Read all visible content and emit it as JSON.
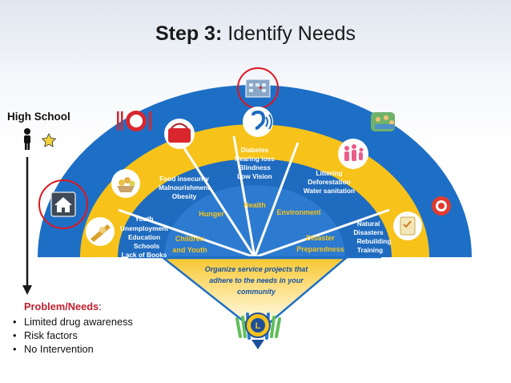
{
  "title": {
    "bold": "Step 3:",
    "rest": " Identify Needs"
  },
  "high_school": {
    "label": "High School"
  },
  "arc_labels": {
    "youth": [
      "Youth",
      "Unemployment",
      "Education",
      "Schools",
      "Lack of Books"
    ],
    "food": [
      "Food insecurity",
      "Malnourishment",
      "Obesity"
    ],
    "diabetes": [
      "Diabetes",
      "Hearing loss",
      "Blindness",
      "Low Vision"
    ],
    "littering": [
      "Littering",
      "Deforestation",
      "Water sanitation"
    ],
    "natural": [
      "Natural",
      "Disasters",
      "Rebuilding",
      "Training"
    ]
  },
  "sectors": {
    "children": [
      "Children",
      "and Youth"
    ],
    "hunger": "Hunger",
    "health": "Health",
    "environment": "Environment",
    "disaster": [
      "Disaster",
      "Preparedness"
    ]
  },
  "funnel_text": [
    "Organize service projects that",
    "adhere to the needs in your",
    "community"
  ],
  "problem": {
    "heading": "Problem/Needs",
    "colon": ":",
    "items": [
      "Limited drug awareness",
      "Risk factors",
      "No Intervention"
    ]
  },
  "colors": {
    "outer_blue": "#1d6fc6",
    "yellow_band": "#f7c31b",
    "inner_blue": "#1f6bbf",
    "text_blue": "#1652a8",
    "highlight_red": "#e0161e",
    "star": "#f2d13a"
  },
  "icons": [
    "school-icon",
    "food-plate-icon",
    "hospital-icon",
    "medical-kit-icon",
    "volunteers-icon",
    "hearing-icon",
    "fruit-basket-icon",
    "map-icon",
    "family-icon",
    "checklist-icon",
    "award-icon",
    "person-icon",
    "star-icon",
    "lions-logo-icon"
  ]
}
